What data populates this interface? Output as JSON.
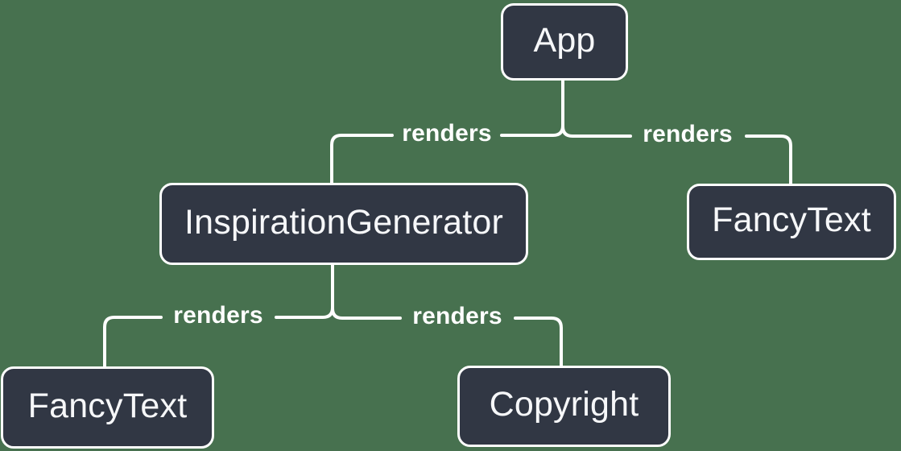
{
  "diagram": {
    "type": "tree",
    "description": "React component render tree",
    "nodes": [
      {
        "id": "app",
        "label": "App"
      },
      {
        "id": "inspiration-generator",
        "label": "InspirationGenerator"
      },
      {
        "id": "fancy-text-top",
        "label": "FancyText"
      },
      {
        "id": "fancy-text-bottom",
        "label": "FancyText"
      },
      {
        "id": "copyright",
        "label": "Copyright"
      }
    ],
    "edges": [
      {
        "from": "App",
        "to": "InspirationGenerator",
        "label": "renders"
      },
      {
        "from": "App",
        "to": "FancyText",
        "label": "renders"
      },
      {
        "from": "InspirationGenerator",
        "to": "FancyText",
        "label": "renders"
      },
      {
        "from": "InspirationGenerator",
        "to": "Copyright",
        "label": "renders"
      }
    ],
    "colors": {
      "background": "#47714F",
      "node_fill": "#313744",
      "node_border": "#FFFFFF",
      "node_text": "#F6F7F9",
      "line": "#FFFFFF",
      "label_text": "#FFFFFF"
    }
  }
}
